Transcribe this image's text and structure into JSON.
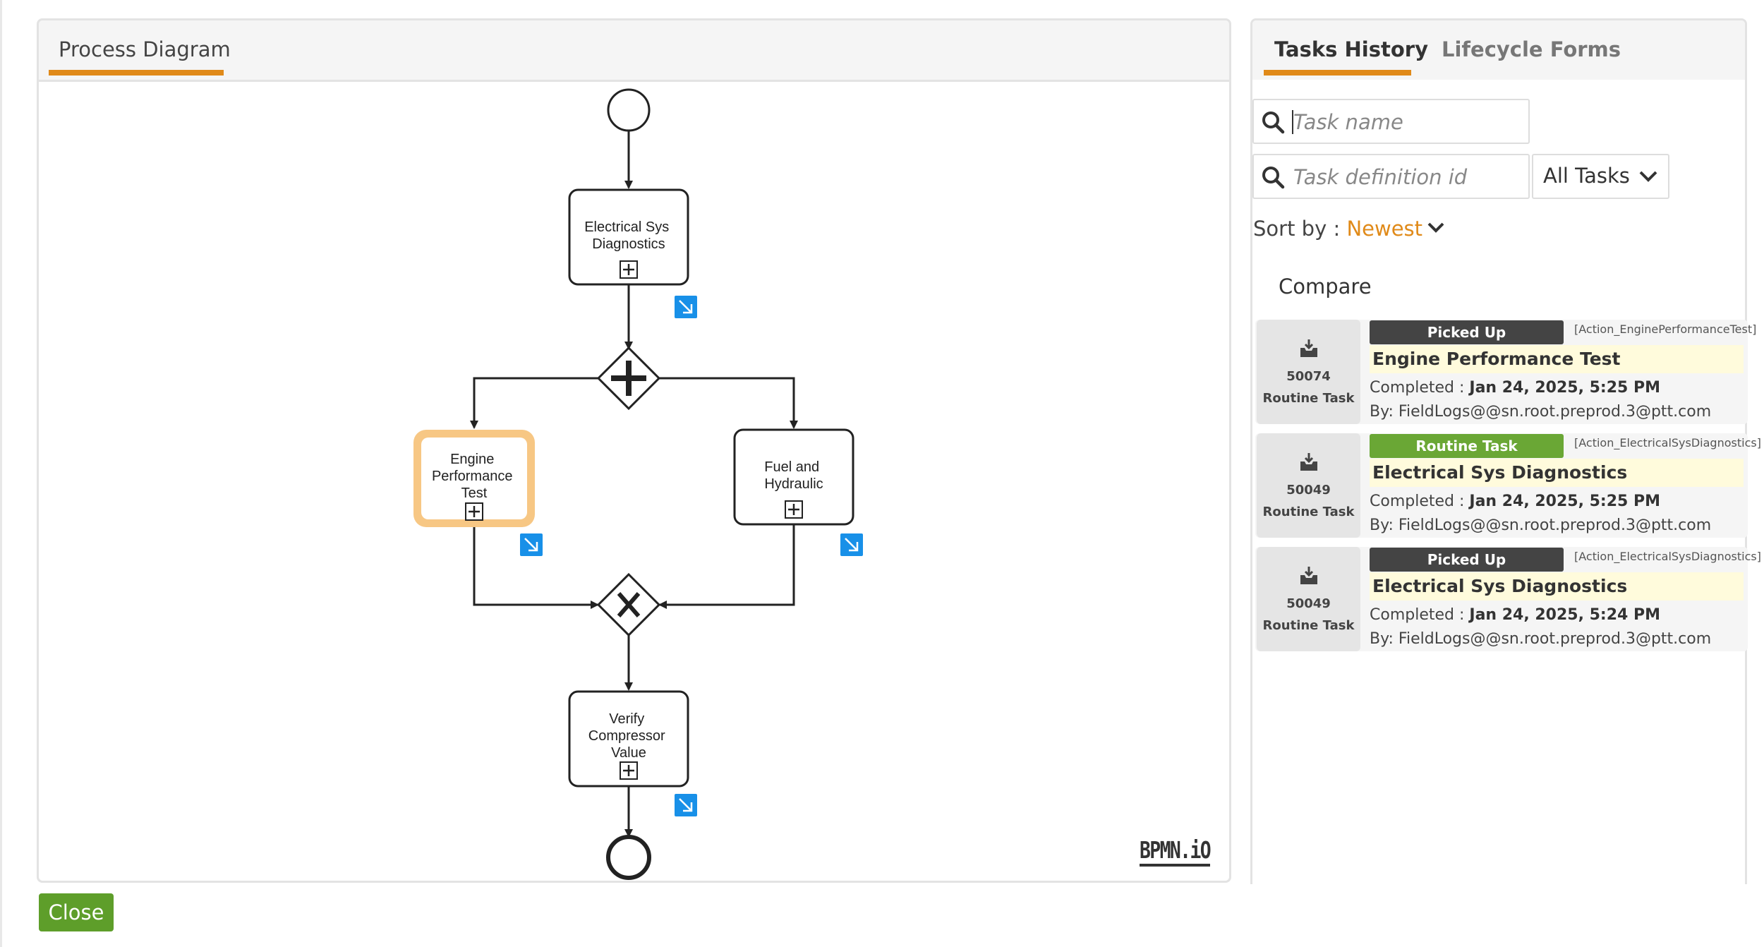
{
  "diagram": {
    "tab_label": "Process Diagram",
    "logo_text": "BPMN.iO",
    "nodes": {
      "electrical": "Electrical Sys Diagnostics",
      "engine": "Engine Performance Test",
      "fuel": "Fuel and Hydraulic",
      "verify": "Verify Compressor Value"
    },
    "highlight_color": "#f7c784",
    "marker_color": "#1890e8"
  },
  "tabs": {
    "history": "Tasks History",
    "forms": "Lifecycle Forms"
  },
  "filters": {
    "task_name_placeholder": "Task name",
    "task_def_placeholder": "Task definition id",
    "task_select": "All Tasks"
  },
  "sort": {
    "label": "Sort by : ",
    "value": "Newest"
  },
  "compare_label": "Compare",
  "tasks": [
    {
      "id": "50074",
      "type": "Routine Task",
      "badge": "Picked Up",
      "action": "[Action_EnginePerformanceTest]",
      "title": "Engine Performance Test",
      "completed_label": "Completed : ",
      "completed": "Jan 24, 2025, 5:25 PM",
      "by": "By: FieldLogs@@sn.root.preprod.3@ptt.com"
    },
    {
      "id": "50049",
      "type": "Routine Task",
      "badge": "Routine Task",
      "action": "[Action_ElectricalSysDiagnostics]",
      "title": "Electrical Sys Diagnostics",
      "completed_label": "Completed : ",
      "completed": "Jan 24, 2025, 5:25 PM",
      "by": "By: FieldLogs@@sn.root.preprod.3@ptt.com"
    },
    {
      "id": "50049",
      "type": "Routine Task",
      "badge": "Picked Up",
      "action": "[Action_ElectricalSysDiagnostics]",
      "title": "Electrical Sys Diagnostics",
      "completed_label": "Completed : ",
      "completed": "Jan 24, 2025, 5:24 PM",
      "by": "By: FieldLogs@@sn.root.preprod.3@ptt.com"
    }
  ],
  "close_label": "Close",
  "colors": {
    "accent": "#e08a19",
    "green": "#6aa735",
    "dark_badge": "#444444",
    "title_bg": "#fffbdc"
  }
}
